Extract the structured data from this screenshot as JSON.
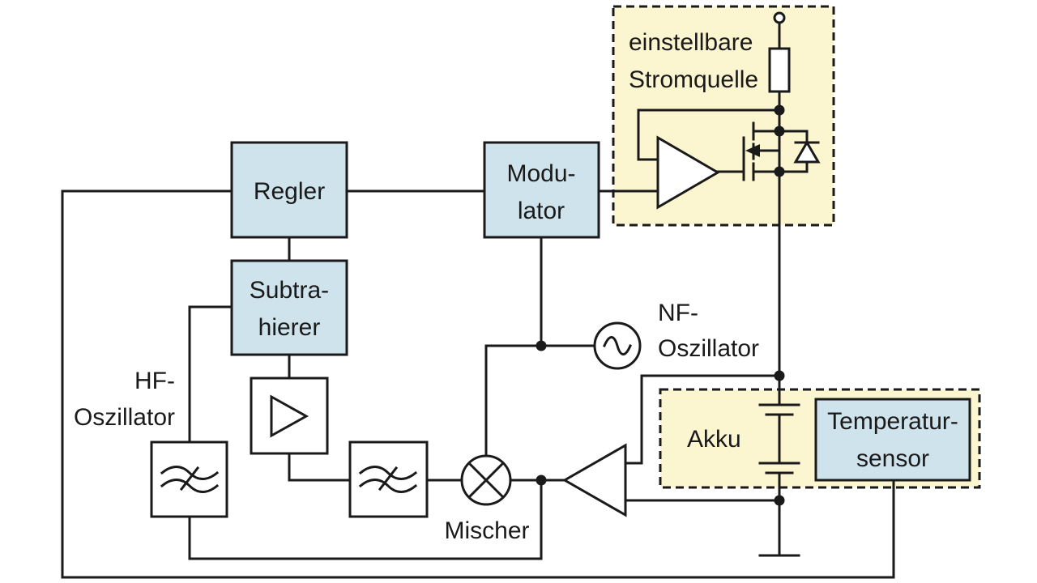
{
  "blocks": {
    "regler": "Regler",
    "modulator": [
      "Modu-",
      "lator"
    ],
    "subtrahierer": [
      "Subtra-",
      "hierer"
    ],
    "temperatursensor": [
      "Temperatur-",
      "sensor"
    ]
  },
  "labels": {
    "stromquelle": [
      "einstellbare",
      "Stromquelle"
    ],
    "nf_oszillator": [
      "NF-",
      "Oszillator"
    ],
    "hf_oszillator": [
      "HF-",
      "Oszillator"
    ],
    "akku": "Akku",
    "mischer": "Mischer"
  },
  "colors": {
    "block_fill": "#cfe3ec",
    "highlight_area": "#fbf5d0",
    "line": "#1a1a1a"
  }
}
